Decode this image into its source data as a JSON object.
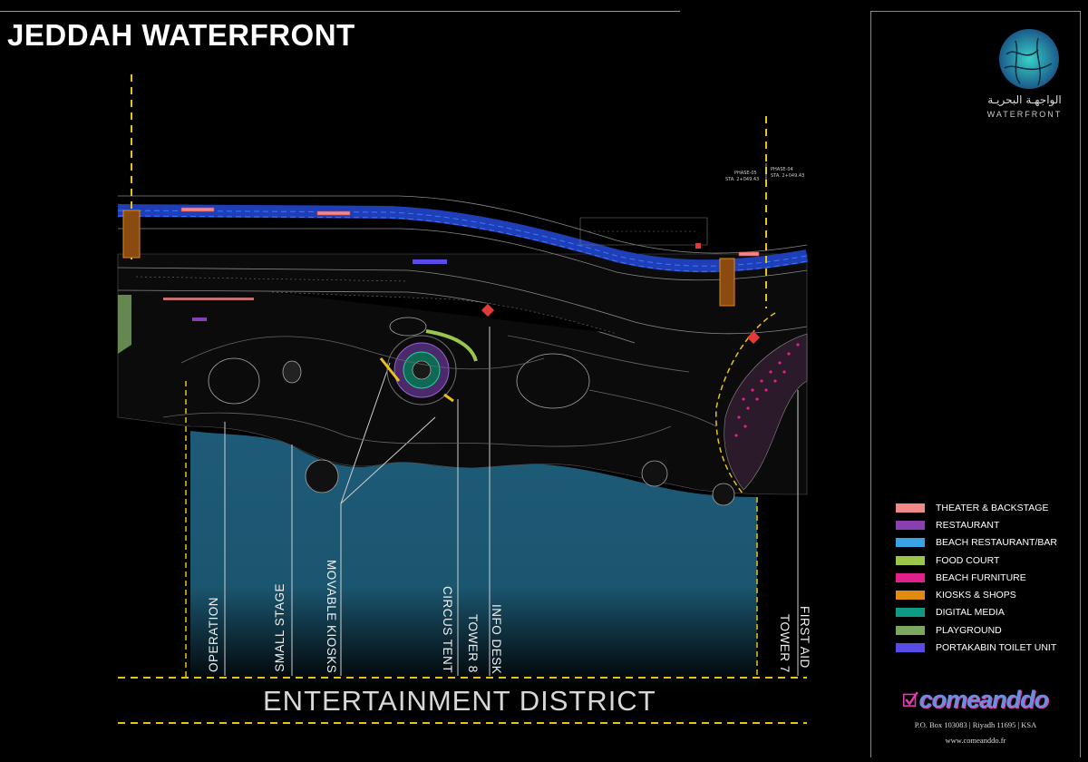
{
  "title": "JEDDAH WATERFRONT",
  "logo": {
    "arabic": "الواجهـة البحريـة",
    "english": "WATERFRONT"
  },
  "legend": [
    {
      "label": "THEATER & BACKSTAGE",
      "color": "#f08a8a"
    },
    {
      "label": "RESTAURANT",
      "color": "#8a3fb0"
    },
    {
      "label": "BEACH RESTAURANT/BAR",
      "color": "#3aa3e6"
    },
    {
      "label": "FOOD COURT",
      "color": "#9cc64a"
    },
    {
      "label": "BEACH FURNITURE",
      "color": "#e0208c"
    },
    {
      "label": "KIOSKS & SHOPS",
      "color": "#e08a12"
    },
    {
      "label": "DIGITAL MEDIA",
      "color": "#0e9a84"
    },
    {
      "label": "PLAYGROUND",
      "color": "#7aa860"
    },
    {
      "label": "PORTAKABIN TOILET UNIT",
      "color": "#5a4ae8"
    }
  ],
  "zones": [
    {
      "id": "operation",
      "label": "OPERATION"
    },
    {
      "id": "small-stage",
      "label": "SMALL STAGE"
    },
    {
      "id": "movable-kiosks",
      "label": "MOVABLE KIOSKS"
    },
    {
      "id": "circus-tent",
      "label": "CIRCUS TENT"
    },
    {
      "id": "tower-8",
      "label": "TOWER 8"
    },
    {
      "id": "info-desk",
      "label": "INFO DESK"
    },
    {
      "id": "tower-7",
      "label": "TOWER 7"
    },
    {
      "id": "first-aid",
      "label": "FIRST AID"
    }
  ],
  "district": "ENTERTAINMENT DISTRICT",
  "phase": {
    "left_name": "PHASE-05",
    "left_sta": "STA. 2+049.43",
    "right_name": "PHASE-04",
    "right_sta": "STA. 2+049.43"
  },
  "brand": {
    "name": "comeanddo",
    "address": "P.O. Box 103083 | Riyadh 11695 | KSA",
    "website": "www.comeanddo.fr"
  },
  "colors": {
    "sea": "#1e5b78",
    "road": "#1f3fb8",
    "boundary": "#e8c21a",
    "background": "#000000"
  }
}
